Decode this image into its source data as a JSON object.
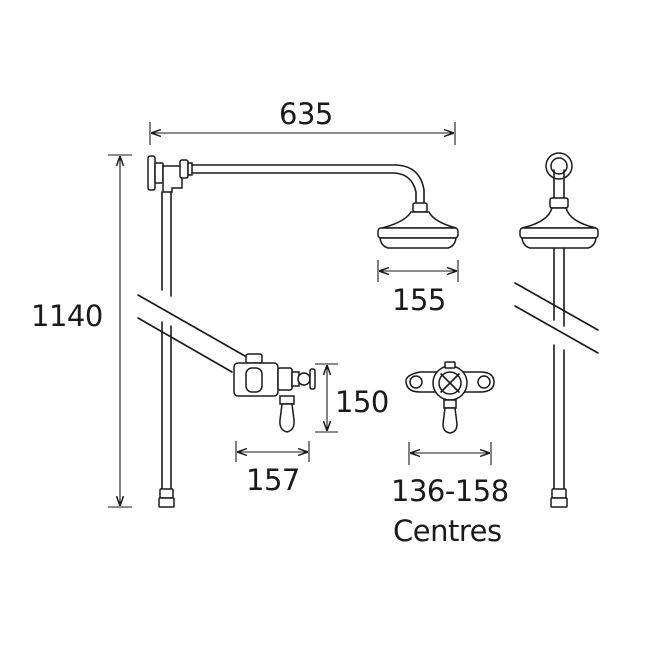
{
  "dimensions": {
    "overall_width": "635",
    "overall_height": "1140",
    "head_diameter": "155",
    "valve_height": "150",
    "valve_projection": "157",
    "valve_centres": "136-158",
    "centres_label": "Centres"
  }
}
